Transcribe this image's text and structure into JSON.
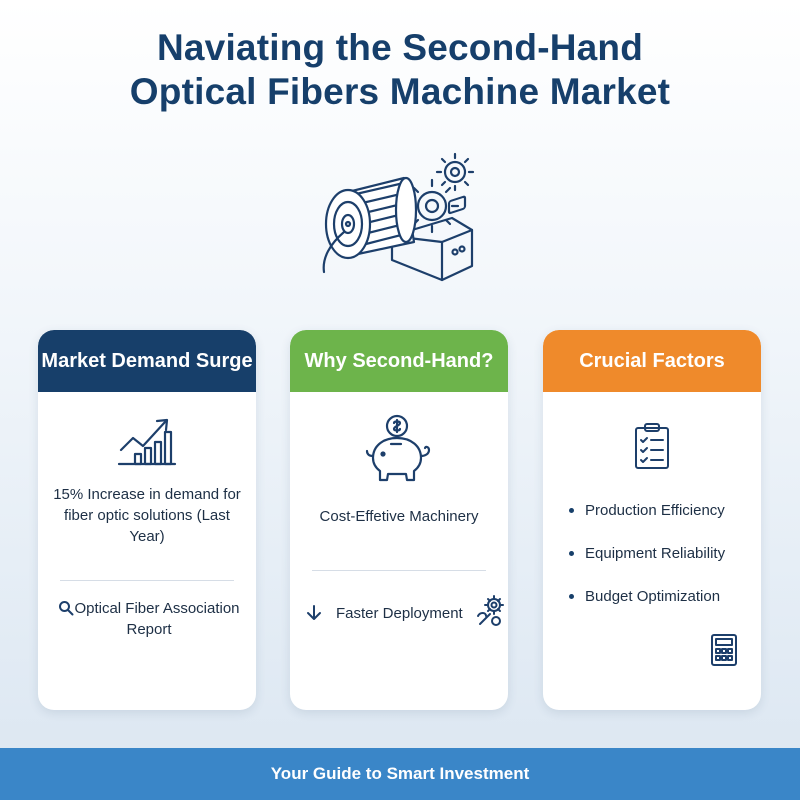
{
  "header": {
    "title_line1": "Naviating the Second-Hand",
    "title_line2": "Optical Fibers Machine Market"
  },
  "hero": {
    "icon": "fiber-spool-machine-icon"
  },
  "cards": [
    {
      "heading": "Market Demand Surge",
      "color": "#173f6a",
      "icon": "rising-chart-icon",
      "stat": "15% Increase in demand for fiber optic solutions (Last Year)",
      "source_icon": "magnifier-icon",
      "source": "Optical Fiber Association Report"
    },
    {
      "heading": "Why Second-Hand?",
      "color": "#6db44b",
      "icon": "piggy-bank-icon",
      "benefit": "Cost-Effetive Machinery",
      "deploy_icon": "down-arrow-icon",
      "deploy": "Faster Deployment",
      "tools_icon": "gear-wrench-icon"
    },
    {
      "heading": "Crucial Factors",
      "color": "#ef8a2b",
      "icon": "checklist-icon",
      "items": [
        "Production Efficiency",
        "Equipment Reliability",
        "Budget Optimization"
      ],
      "corner_icon": "calculator-icon"
    }
  ],
  "footer": {
    "text": "Your Guide to Smart Investment"
  }
}
